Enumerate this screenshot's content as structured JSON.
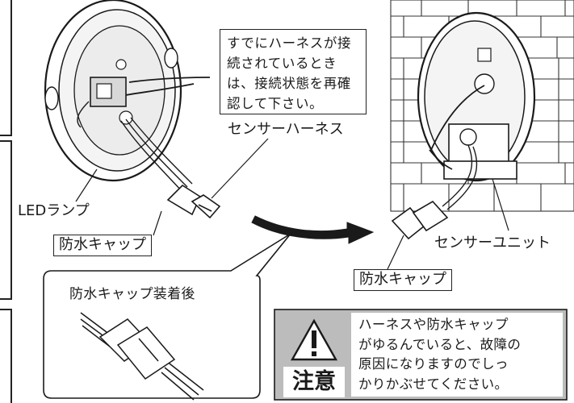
{
  "note_box": {
    "lines": [
      "すでにハーネスが接",
      "続されているとき",
      "は、接続状態を再確",
      "認して下さい。"
    ]
  },
  "labels": {
    "sensor_harness": "センサーハーネス",
    "led_lamp": "LEDランプ",
    "waterproof_cap_left": "防水キャップ",
    "waterproof_cap_right": "防水キャップ",
    "sensor_unit": "センサーユニット",
    "after_cap_attached": "防水キャップ装着後"
  },
  "caution": {
    "word": "注意",
    "lines": [
      "ハーネスや防水キャップ",
      "がゆるんでいると、故障の",
      "原因になりますのでしっ",
      "かりかぶせてください。"
    ]
  },
  "colors": {
    "line": "#1a1a1a",
    "caution_bg": "#bcbcbc",
    "brick_line": "#333333"
  }
}
